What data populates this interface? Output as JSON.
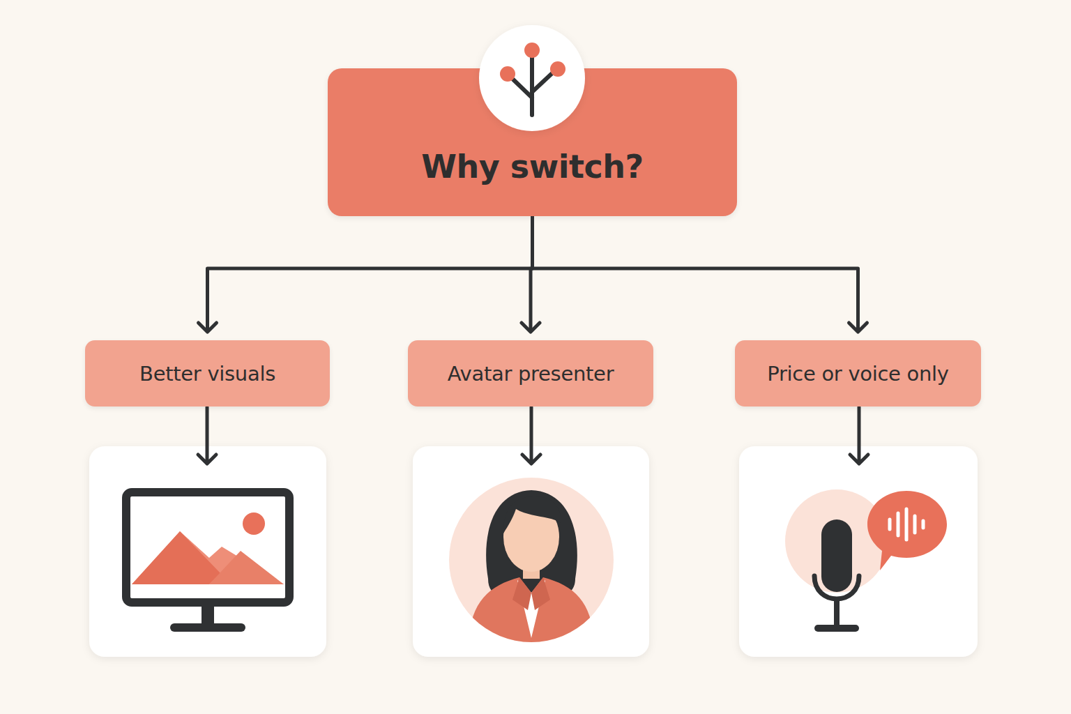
{
  "diagram": {
    "nodes": [
      {
        "text": [
          "Why switch?"
        ]
      },
      {
        "text": [
          "Better visuals"
        ]
      },
      {
        "text": [
          "Avatar presenter"
        ]
      },
      {
        "text": [
          "Price or voice only"
        ]
      }
    ],
    "edges": [
      {
        "from": 0,
        "to": 1,
        "arrow": "to"
      },
      {
        "from": 0,
        "to": 2,
        "arrow": "to"
      },
      {
        "from": 0,
        "to": 3,
        "arrow": "to"
      }
    ]
  }
}
